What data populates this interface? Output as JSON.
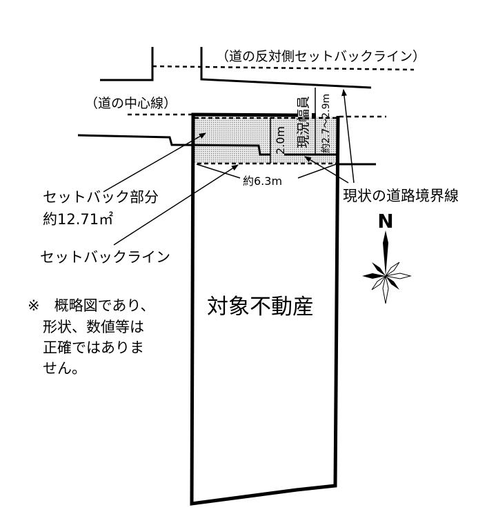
{
  "labels": {
    "opposite_setback_line": "（道の反対側セットバックライン）",
    "road_center_line": "（道の中心線）",
    "setback_area_title": "セットバック部分",
    "setback_area_value": "約12.71㎡",
    "setback_line": "セットバックライン",
    "current_road_boundary": "現状の道路境界線",
    "subject_property": "対象不動産",
    "current_width_label": "現況幅員",
    "current_width_value": "約2.7～2.9m",
    "setback_depth": "2.0m",
    "frontage": "約6.3m",
    "compass_north": "N"
  },
  "note": {
    "lines": [
      "※　概略図であり、",
      "形状、数値等は",
      "正確ではありま",
      "せん。"
    ]
  },
  "colors": {
    "line": "#000000",
    "setback_fill": "#d9d9d9"
  }
}
